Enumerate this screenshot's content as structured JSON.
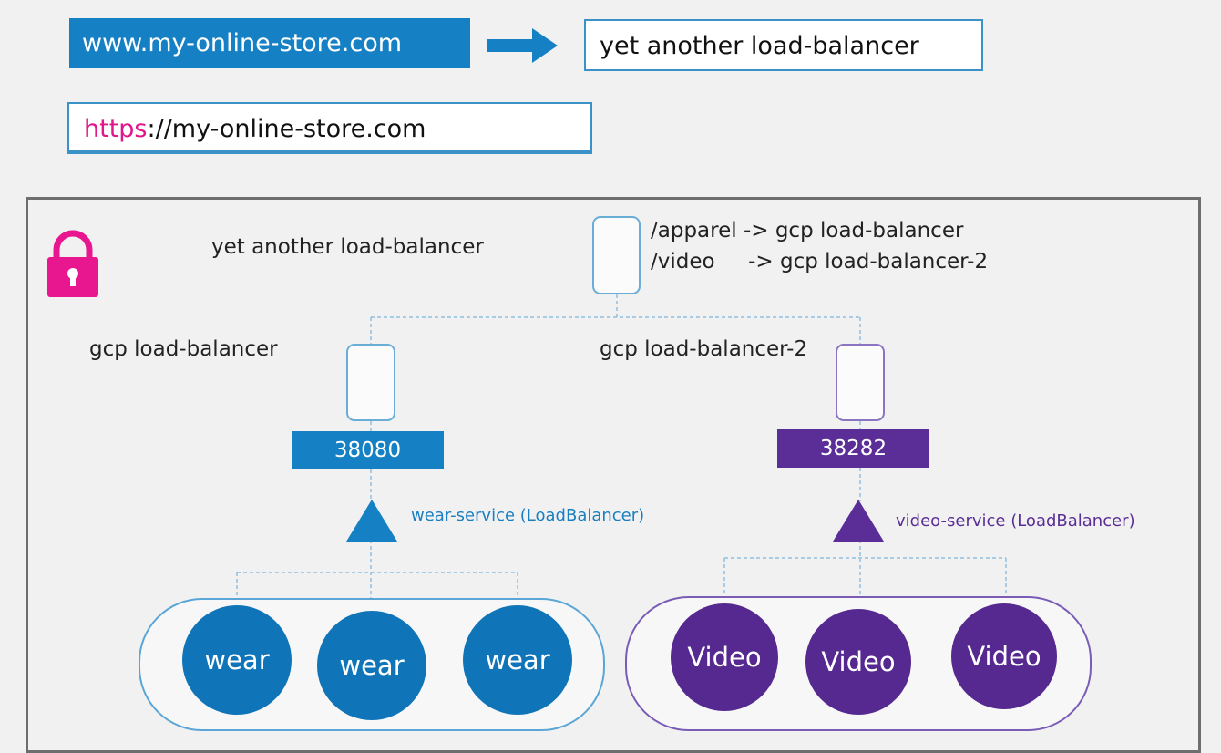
{
  "header": {
    "domain_url": "www.my-online-store.com",
    "target_lb": "yet another load-balancer",
    "https_scheme": "https",
    "https_rest": "://my-online-store.com"
  },
  "cluster": {
    "top_lb_label": "yet another load-balancer",
    "routes": [
      "/apparel -> gcp load-balancer",
      "/video     -> gcp load-balancer-2"
    ],
    "left": {
      "lb_label": "gcp load-balancer",
      "port": "38080",
      "service": "wear-service (LoadBalancer)",
      "pods": [
        "wear",
        "wear",
        "wear"
      ]
    },
    "right": {
      "lb_label": "gcp load-balancer-2",
      "port": "38282",
      "service": "video-service (LoadBalancer)",
      "pods": [
        "Video",
        "Video",
        "Video"
      ]
    }
  },
  "colors": {
    "blue": "#1580c4",
    "purple": "#5a2e96",
    "https_magenta": "#e0168a",
    "lock_magenta": "#e8168f"
  },
  "icons": [
    "arrow-right-icon",
    "lock-icon",
    "triangle-service-icon"
  ]
}
